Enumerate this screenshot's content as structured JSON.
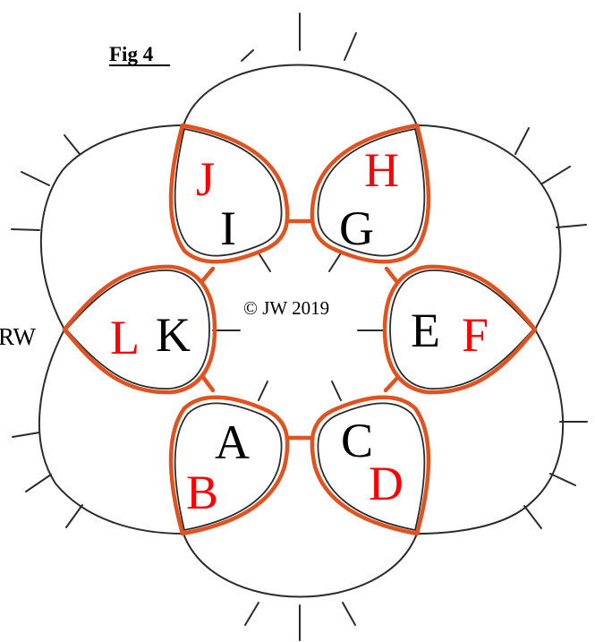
{
  "title": "Fig 4",
  "copyright": "© JW 2019",
  "side_label": "RW",
  "colors": {
    "outline": "#2b2b2b",
    "ring": "#e2521f",
    "black_label": "#000000",
    "red_label": "#ff0000"
  },
  "petals": [
    {
      "black": "A",
      "red": "B"
    },
    {
      "black": "C",
      "red": "D"
    },
    {
      "black": "E",
      "red": "F"
    },
    {
      "black": "G",
      "red": "H"
    },
    {
      "black": "I",
      "red": "J"
    },
    {
      "black": "K",
      "red": "L"
    }
  ]
}
